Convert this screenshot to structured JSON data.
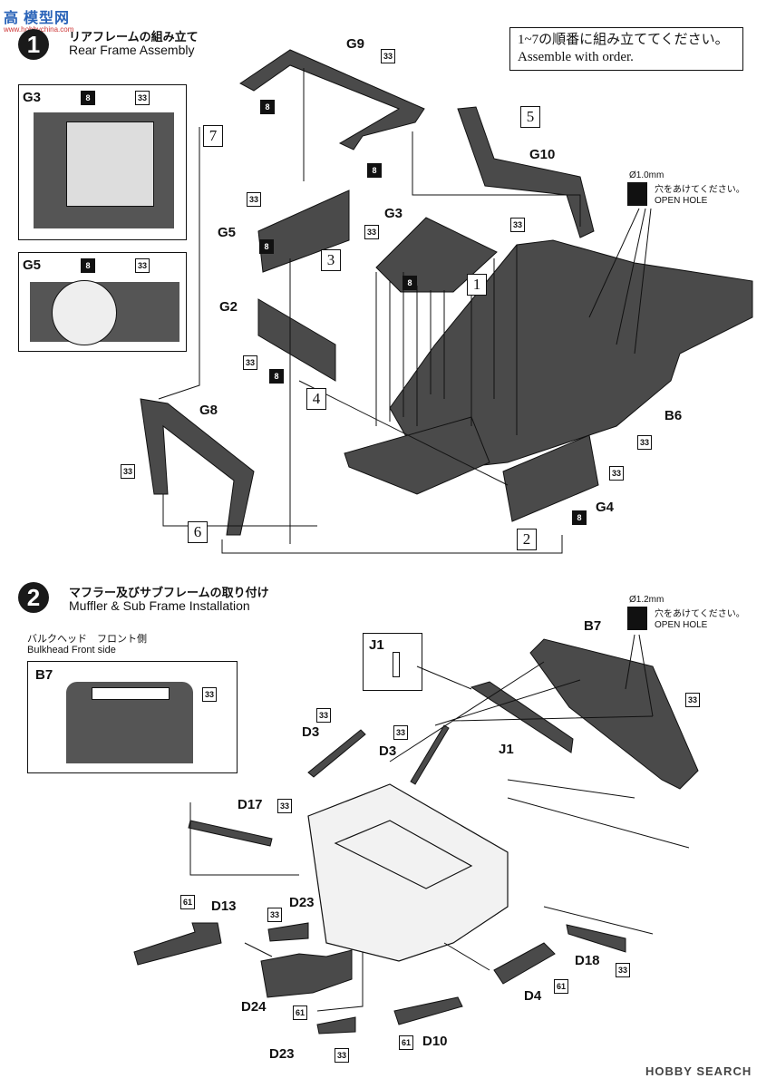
{
  "watermark_top": {
    "logo_text": "高",
    "site": "模型网",
    "url": "www.hobbychina.com"
  },
  "watermark_bottom": {
    "text": "HOBBY SEARCH"
  },
  "step1": {
    "number": "1",
    "title_jp": "リアフレームの組み立て",
    "title_en": "Rear Frame Assembly",
    "note_jp": "1~7の順番に組み立ててください。",
    "note_en": "Assemble with order.",
    "hole": {
      "size": "Ø1.0mm",
      "jp": "穴をあけてください。",
      "en": "OPEN HOLE"
    },
    "insets": [
      {
        "part": "G3",
        "badges": [
          "8",
          "33"
        ]
      },
      {
        "part": "G5",
        "badges": [
          "8",
          "33"
        ]
      }
    ],
    "parts": {
      "g9": "G9",
      "g10": "G10",
      "g3": "G3",
      "g5": "G5",
      "g2": "G2",
      "g8": "G8",
      "b6": "B6",
      "g4": "G4"
    },
    "badges": {
      "b8": "8",
      "b33": "33"
    },
    "sequence": [
      "1",
      "2",
      "3",
      "4",
      "5",
      "6",
      "7"
    ]
  },
  "step2": {
    "number": "2",
    "title_jp": "マフラー及びサブフレームの取り付け",
    "title_en": "Muffler & Sub Frame Installation",
    "hole": {
      "size": "Ø1.2mm",
      "jp": "穴をあけてください。",
      "en": "OPEN HOLE"
    },
    "bulkhead": {
      "jp": "バルクヘッド　フロント側",
      "en": "Bulkhead Front side",
      "part": "B7",
      "badge": "33"
    },
    "j1_inset": "J1",
    "parts": {
      "b7": "B7",
      "j1": "J1",
      "d3": "D3",
      "d17": "D17",
      "d13": "D13",
      "d23": "D23",
      "d24": "D24",
      "d18": "D18",
      "d4": "D4",
      "d10": "D10"
    },
    "badges": {
      "b33": "33",
      "b61": "61"
    }
  }
}
